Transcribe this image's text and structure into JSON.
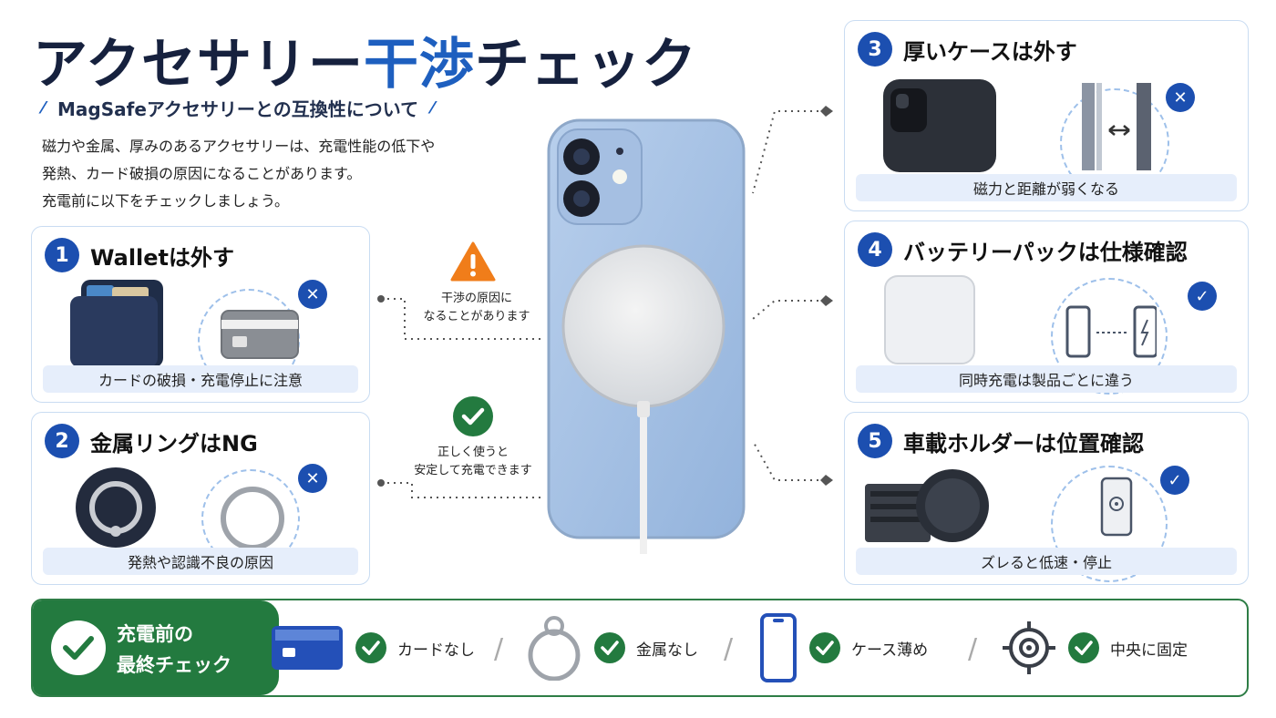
{
  "header": {
    "title_part1": "アクセサリー",
    "title_accent": "干渉",
    "title_part2": "チェック",
    "subtitle": "MagSafeアクセサリーとの互換性について",
    "intro": [
      "磁力や金属、厚みのあるアクセサリーは、充電性能の低下や",
      "発熱、カード破損の原因になることがあります。",
      "充電前に以下をチェックしましょう。"
    ]
  },
  "center": {
    "warning": [
      "干渉の原因に",
      "なることがあります"
    ],
    "ok": [
      "正しく使うと",
      "安定して充電できます"
    ]
  },
  "cards": [
    {
      "num": "1",
      "title": "Walletは外す",
      "caption": "カードの破損・充電停止に注意",
      "status": "x"
    },
    {
      "num": "2",
      "title": "金属リングはNG",
      "caption": "発熱や認識不良の原因",
      "status": "x"
    },
    {
      "num": "3",
      "title": "厚いケースは外す",
      "caption": "磁力と距離が弱くなる",
      "status": "x"
    },
    {
      "num": "4",
      "title": "バッテリーパックは仕様確認",
      "caption": "同時充電は製品ごとに違う",
      "status": "ok"
    },
    {
      "num": "5",
      "title": "車載ホルダーは位置確認",
      "caption": "ズレると低速・停止",
      "status": "ok"
    }
  ],
  "final_check": {
    "label": [
      "充電前の",
      "最終チェック"
    ],
    "items": [
      {
        "text": "カードなし",
        "icon": "card-icon"
      },
      {
        "text": "金属なし",
        "icon": "ring-icon"
      },
      {
        "text": "ケース薄め",
        "icon": "phone-icon"
      },
      {
        "text": "中央に固定",
        "icon": "target-icon"
      }
    ]
  },
  "colors": {
    "navy": "#16213e",
    "accent": "#1e5fbf",
    "green": "#237a3f",
    "warning": "#f07d1a",
    "phone": "#a9c3e4"
  }
}
